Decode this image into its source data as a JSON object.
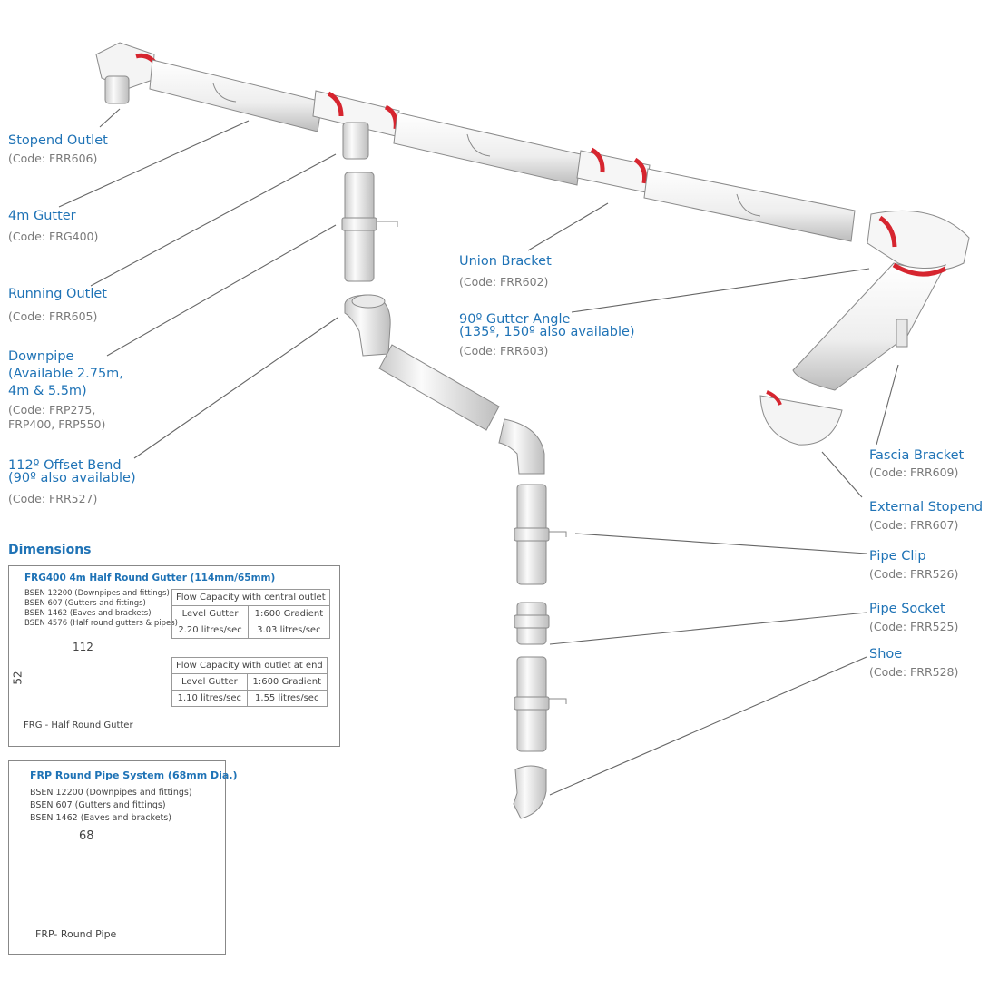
{
  "labels": [
    {
      "name": "Stopend Outlet",
      "code": "(Code:  FRR606)"
    },
    {
      "name": "4m Gutter",
      "code": "(Code:  FRG400)"
    },
    {
      "name": "Running Outlet",
      "code": "(Code:  FRR605)"
    },
    {
      "name": "Downpipe",
      "name2": "(Available 2.75m,",
      "name3": "4m & 5.5m)",
      "code": "(Code:  FRP275,",
      "code2": "FRP400, FRP550)"
    },
    {
      "name": "112º Offset Bend",
      "name2": "(90º also available)",
      "code": "(Code:  FRR527)"
    },
    {
      "name": "Union Bracket",
      "code": "(Code:  FRR602)"
    },
    {
      "name": "90º Gutter Angle",
      "name2": "(135º, 150º also available)",
      "code": "(Code:  FRR603)"
    },
    {
      "name": "Fascia Bracket",
      "code": "(Code:  FRR609)"
    },
    {
      "name": "External Stopend",
      "code": "(Code:  FRR607)"
    },
    {
      "name": "Pipe Clip",
      "code": "(Code:  FRR526)"
    },
    {
      "name": "Pipe Socket",
      "code": "(Code:  FRR525)"
    },
    {
      "name": "Shoe",
      "code": "(Code:  FRR528)"
    }
  ],
  "dimensions": {
    "title": "Dimensions",
    "gutter_box": {
      "title": "FRG400 4m Half Round Gutter (114mm/65mm)",
      "standards": [
        "BSEN 12200 (Downpipes and fittings)",
        "BSEN 607 (Gutters and fittings)",
        "BSEN 1462 (Eaves and brackets)",
        "BSEN 4576 (Half round gutters & pipes)"
      ],
      "table1": {
        "header": "Flow Capacity with central outlet",
        "cols": [
          "Level Gutter",
          "1:600 Gradient"
        ],
        "vals": [
          "2.20 litres/sec",
          "3.03 litres/sec"
        ]
      },
      "table2": {
        "header": "Flow Capacity with outlet at end",
        "cols": [
          "Level Gutter",
          "1:600 Gradient"
        ],
        "vals": [
          "1.10 litres/sec",
          "1.55 litres/sec"
        ]
      },
      "width": "112",
      "depth": "52",
      "caption": "FRG - Half Round Gutter"
    },
    "pipe_box": {
      "title": "FRP Round Pipe System (68mm Dia.)",
      "standards": [
        "BSEN 12200 (Downpipes and fittings)",
        "BSEN 607 (Gutters and fittings)",
        "BSEN 1462 (Eaves and brackets)"
      ],
      "diameter": "68",
      "caption": "FRP- Round Pipe"
    }
  },
  "colors": {
    "label": "#1f73b6",
    "code": "#7a7a7a",
    "accent_red": "#d6252f",
    "part_fill": "#f2f2f2",
    "part_stroke": "#8a8a8a"
  }
}
